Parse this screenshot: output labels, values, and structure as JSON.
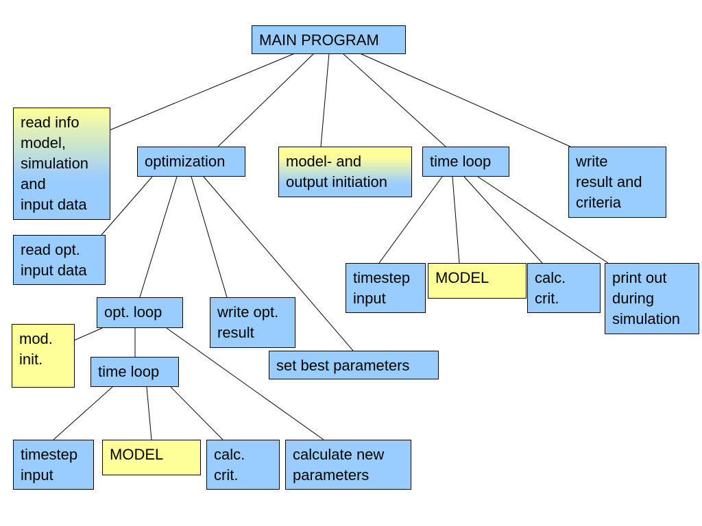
{
  "colors": {
    "box_blue": "#99ccff",
    "box_yellow": "#ffff99",
    "line": "#000000"
  },
  "nodes": {
    "main_program": "MAIN PROGRAM",
    "read_info": "read info\nmodel,\nsimulation\nand\ninput data",
    "optimization": "optimization",
    "model_output_init": "model- and\noutput initiation",
    "time_loop_top": "time loop",
    "write_result": "write\nresult and\ncriteria",
    "read_opt_input": "read opt.\ninput data",
    "opt_loop": "opt. loop",
    "write_opt_result": "write opt.\nresult",
    "set_best_params": "set best parameters",
    "mod_init": "mod.\ninit.",
    "time_loop_inner": "time loop",
    "timestep_input_top": "timestep\ninput",
    "model_top": "MODEL",
    "calc_crit_top": "calc.\ncrit.",
    "print_out": "print out\nduring\nsimulation",
    "timestep_input_bottom": "timestep\ninput",
    "model_bottom": "MODEL",
    "calc_crit_bottom": "calc.\ncrit.",
    "calc_new_params": "calculate new\nparameters"
  }
}
